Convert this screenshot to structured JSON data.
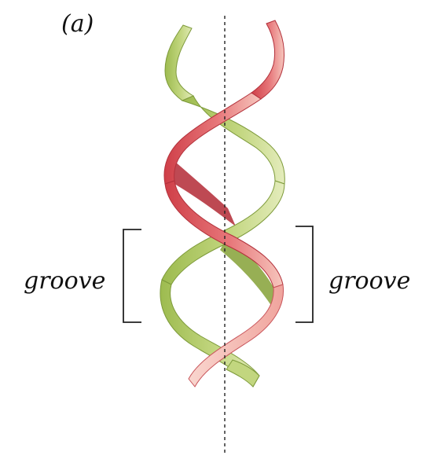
{
  "panel_label": "(a)",
  "left_label": "groove",
  "right_label": "groove",
  "colors": {
    "red_strand": "#d9505a",
    "red_light": "#f3b7ae",
    "green_strand": "#a7c35a",
    "green_light": "#d8e5a6",
    "axis": "#222222",
    "bracket": "#222222"
  }
}
